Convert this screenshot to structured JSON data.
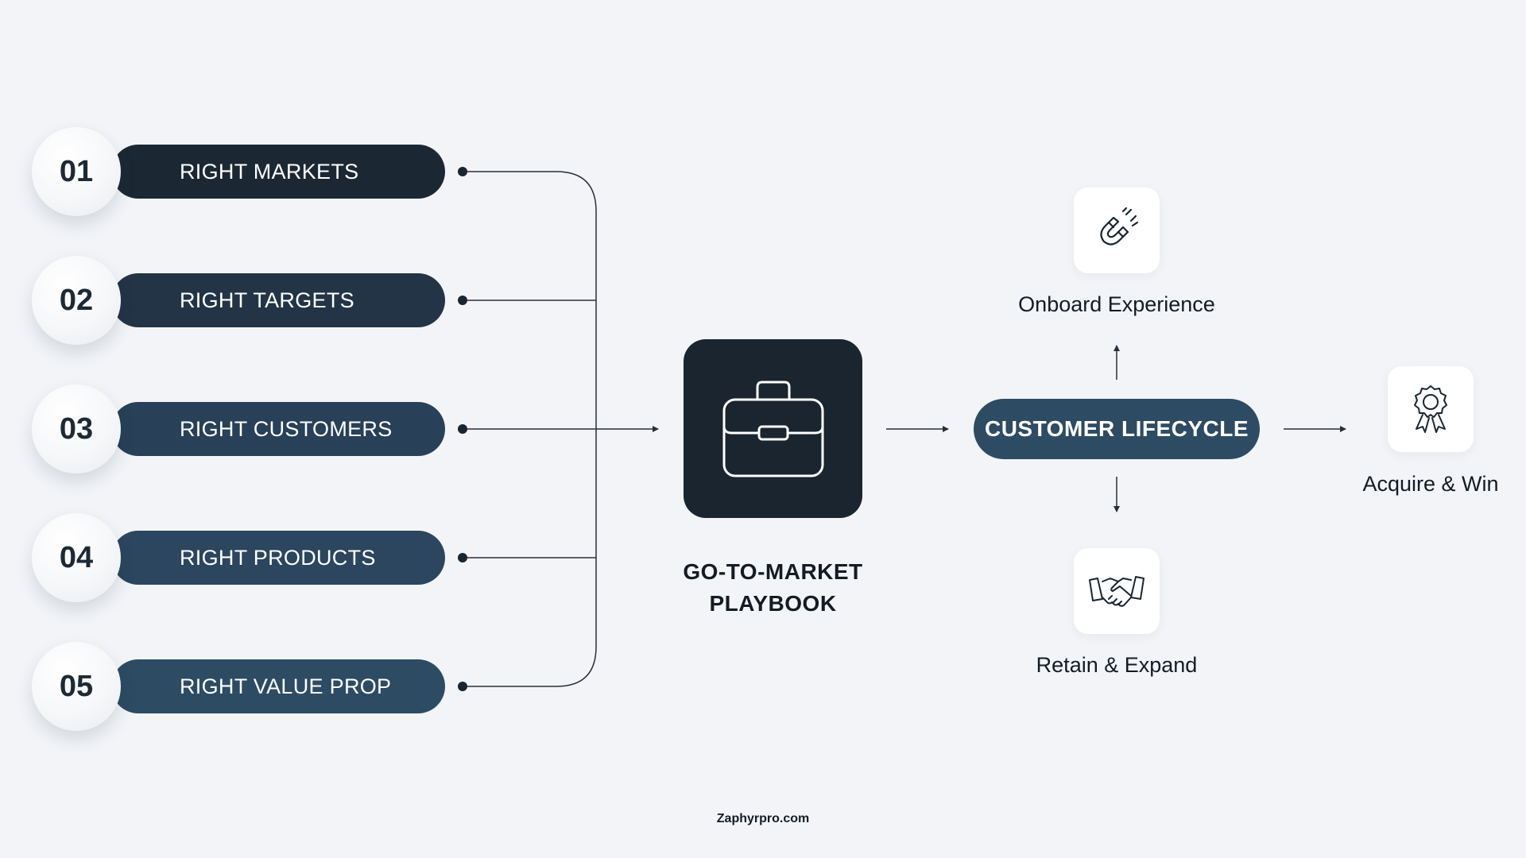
{
  "pillars": [
    {
      "number": "01",
      "label": "RIGHT MARKETS",
      "color": "#1b2834"
    },
    {
      "number": "02",
      "label": "RIGHT TARGETS",
      "color": "#223446"
    },
    {
      "number": "03",
      "label": "RIGHT CUSTOMERS",
      "color": "#284058"
    },
    {
      "number": "04",
      "label": "RIGHT PRODUCTS",
      "color": "#2b465e"
    },
    {
      "number": "05",
      "label": "RIGHT VALUE PROP",
      "color": "#2d4b63"
    }
  ],
  "playbook": {
    "line1": "GO-TO-MARKET",
    "line2": "PLAYBOOK",
    "icon": "briefcase-icon"
  },
  "lifecycle": {
    "label": "CUSTOMER LIFECYCLE",
    "color": "#2d4b63"
  },
  "outcomes": {
    "onboard": {
      "label": "Onboard Experience",
      "icon": "magnet-icon"
    },
    "retain": {
      "label": "Retain & Expand",
      "icon": "handshake-icon"
    },
    "acquire": {
      "label": "Acquire & Win",
      "icon": "award-badge-icon"
    }
  },
  "footer": {
    "text": "Zaphyrpro.com"
  },
  "colors": {
    "background": "#f2f4f8",
    "dark": "#1a2530",
    "line": "#2a2f36"
  }
}
